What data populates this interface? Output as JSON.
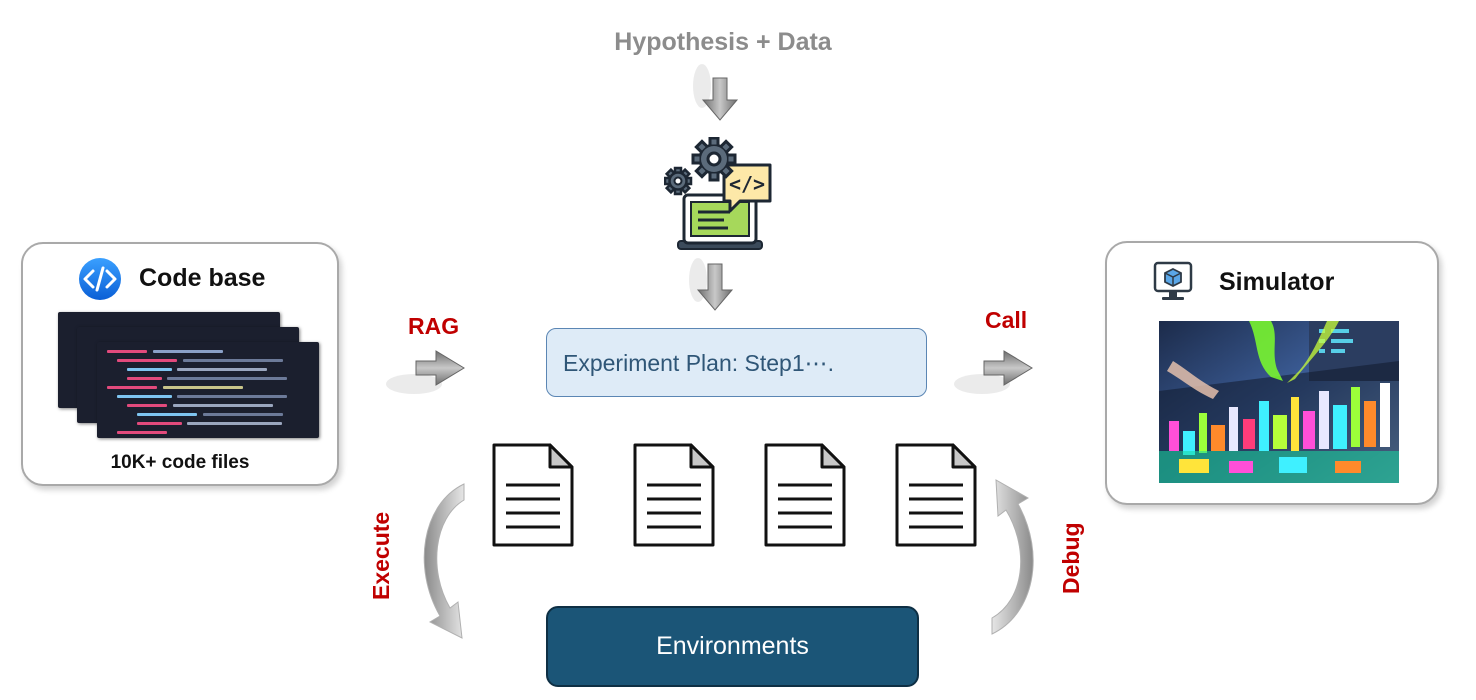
{
  "header": {
    "title": "Hypothesis + Data"
  },
  "codebase": {
    "title": "Code base",
    "subtitle": "10K+ code files"
  },
  "simulator": {
    "title": "Simulator"
  },
  "labels": {
    "rag": "RAG",
    "call": "Call",
    "execute": "Execute",
    "debug": "Debug"
  },
  "plan": {
    "text": "Experiment Plan: Step1⋯."
  },
  "environments": {
    "label": "Environments"
  },
  "colors": {
    "accent_red": "#c00000",
    "plan_fill": "#deebf7",
    "env_fill": "#1b5577",
    "arrow_gray": "#8c8c8c"
  },
  "icons": [
    "code-badge-icon",
    "gears-laptop-icon",
    "simulator-monitor-icon",
    "document-icon"
  ]
}
